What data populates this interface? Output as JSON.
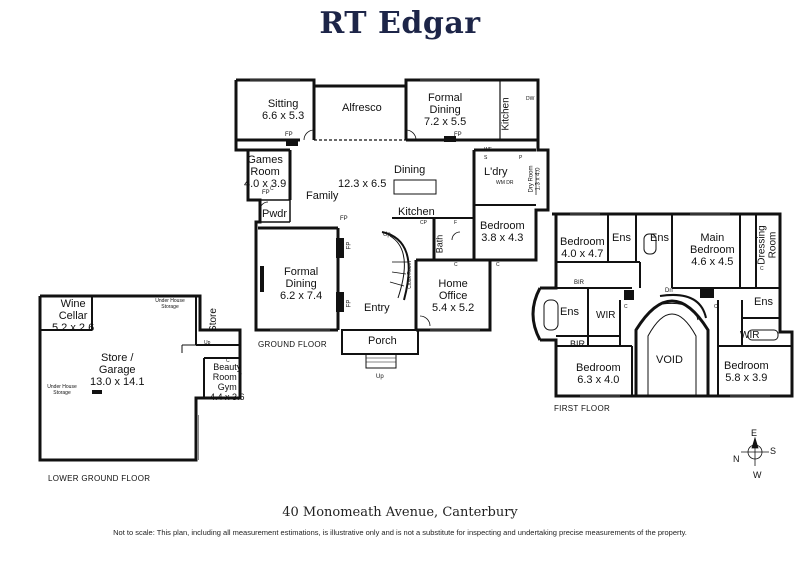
{
  "brand": "RT Edgar",
  "address": "40 Monomeath Avenue, Canterbury",
  "disclaimer": "Not to scale: This plan, including all measurement estimations, is illustrative only and is not a substitute for inspecting and undertaking precise measurements of the property.",
  "floors": {
    "ground": "GROUND FLOOR",
    "first": "FIRST FLOOR",
    "lower": "LOWER GROUND FLOOR"
  },
  "rooms": {
    "sitting": {
      "name": "Sitting",
      "dim": "6.6 x 5.3"
    },
    "alfresco": {
      "name": "Alfresco"
    },
    "formal_dining_upper": {
      "name": "Formal",
      "name2": "Dining",
      "dim": "7.2 x 5.5"
    },
    "kitchen_side": {
      "name": "Kitchen"
    },
    "games": {
      "name": "Games",
      "name2": "Room",
      "dim": "4.0 x 3.9"
    },
    "family": {
      "name": "Family"
    },
    "dining": {
      "name": "Dining"
    },
    "dining_dim": {
      "dim": "12.3 x 6.5"
    },
    "kitchen": {
      "name": "Kitchen"
    },
    "laundry": {
      "name": "L'dry"
    },
    "dry_room": {
      "name": "Dry Room",
      "dim": "1.3 x 4.0"
    },
    "pwdr": {
      "name": "Pwdr"
    },
    "bedroom_ground": {
      "name": "Bedroom",
      "dim": "3.8 x 4.3"
    },
    "bath": {
      "name": "Bath"
    },
    "formal_dining": {
      "name": "Formal",
      "name2": "Dining",
      "dim": "6.2 x 7.4"
    },
    "entry": {
      "name": "Entry"
    },
    "home_office": {
      "name": "Home",
      "name2": "Office",
      "dim": "5.4 x 5.2"
    },
    "porch": {
      "name": "Porch"
    },
    "cloak": {
      "name": "Cloak Room"
    },
    "wine": {
      "name": "Wine",
      "name2": "Cellar",
      "dim": "5.2 x 2.6"
    },
    "store_small": {
      "name": "Store"
    },
    "store_garage": {
      "name": "Store /",
      "name2": "Garage",
      "dim": "13.0 x 14.1"
    },
    "beauty": {
      "name": "Beauty",
      "name2": "Room /",
      "name3": "Gym",
      "dim": "4.4 x 3.6"
    },
    "bedroom1": {
      "name": "Bedroom",
      "dim": "4.0 x 4.7"
    },
    "ens1": {
      "name": "Ens"
    },
    "ens2": {
      "name": "Ens"
    },
    "main_bedroom": {
      "name": "Main",
      "name2": "Bedroom",
      "dim": "4.6 x 4.5"
    },
    "dressing": {
      "name": "Dressing",
      "name2": "Room"
    },
    "ens3": {
      "name": "Ens"
    },
    "ens4": {
      "name": "Ens"
    },
    "wir1": {
      "name": "WIR"
    },
    "wir2": {
      "name": "WIR"
    },
    "bir1": {
      "name": "BIR"
    },
    "bir2": {
      "name": "BIR"
    },
    "void": {
      "name": "VOID"
    },
    "bedroom3": {
      "name": "Bedroom",
      "dim": "6.3 x 4.0"
    },
    "bedroom4": {
      "name": "Bedroom",
      "dim": "5.8 x 3.9"
    }
  },
  "markers": {
    "fp": "FP",
    "up": "Up",
    "dn": "Dn",
    "c": "C",
    "wf": "WF",
    "s": "S",
    "p": "P",
    "f": "F",
    "wm_dr": "WM DR",
    "cp": "CP",
    "dw": "DW",
    "under_house_storage": "Under House Storage"
  },
  "compass": {
    "n": "N",
    "e": "E",
    "s": "S",
    "w": "W"
  }
}
